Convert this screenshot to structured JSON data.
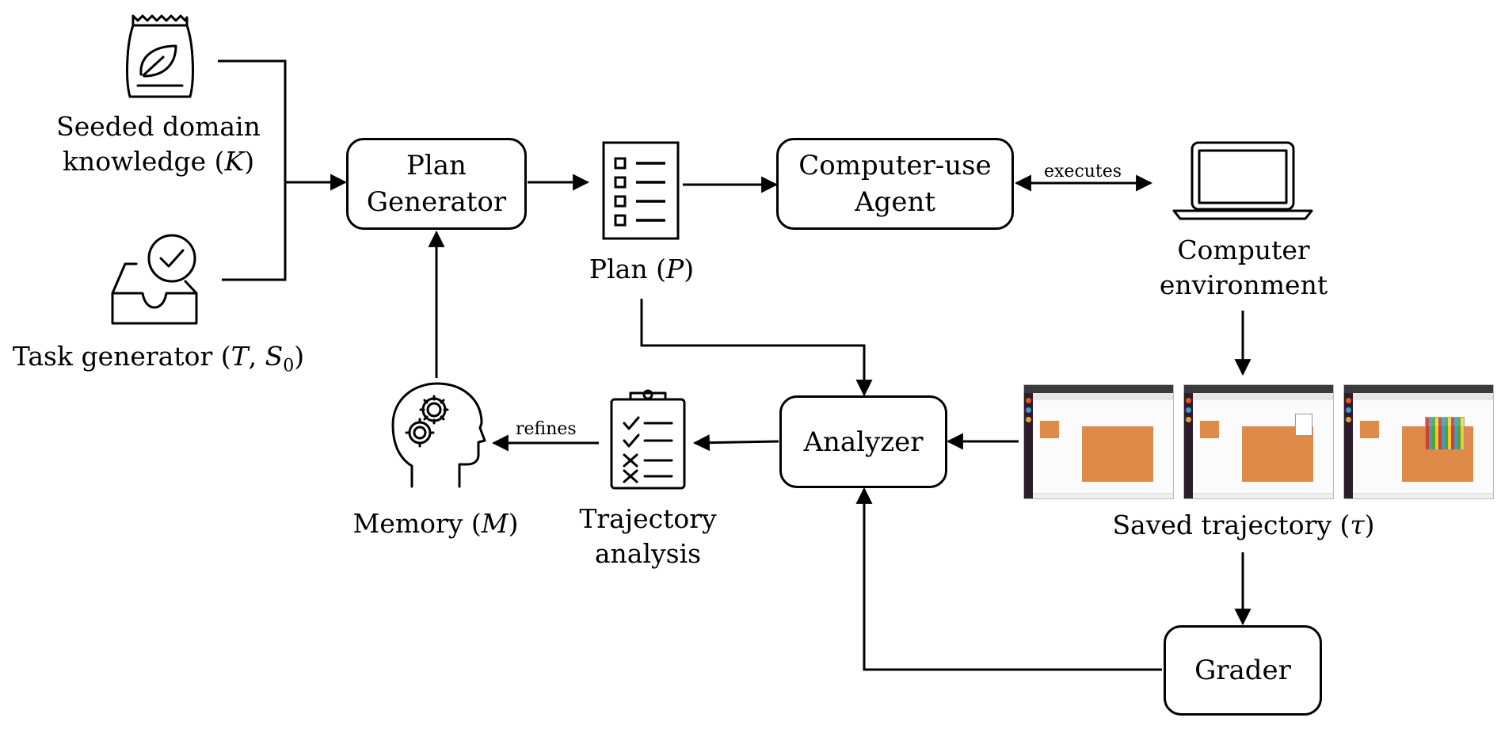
{
  "nodes": {
    "seeded_knowledge": {
      "line1": "Seeded domain",
      "line2": "knowledge (",
      "sym": "K",
      "close": ")"
    },
    "task_generator": {
      "text": "Task generator (",
      "sym1": "T",
      "sep": ", ",
      "sym2": "S",
      "sub": "0",
      "close": ")"
    },
    "plan_generator": {
      "line1": "Plan",
      "line2": "Generator"
    },
    "plan": {
      "text": "Plan (",
      "sym": "P",
      "close": ")"
    },
    "agent": {
      "line1": "Computer-use",
      "line2": "Agent"
    },
    "environment": {
      "line1": "Computer",
      "line2": "environment"
    },
    "analyzer": {
      "label": "Analyzer"
    },
    "trajectory_analysis": {
      "line1": "Trajectory",
      "line2": "analysis"
    },
    "memory": {
      "text": "Memory (",
      "sym": "M",
      "close": ")"
    },
    "saved_trajectory": {
      "text": "Saved trajectory (",
      "sym": "τ",
      "close": ")"
    },
    "grader": {
      "label": "Grader"
    }
  },
  "edges": {
    "executes": "executes",
    "refines": "refines"
  },
  "colors": {
    "stroke": "#000000",
    "screenshot_accent": "#e08a4a"
  },
  "icons": [
    "seed-bag-icon",
    "inbox-check-icon",
    "checklist-document-icon",
    "laptop-icon",
    "clipboard-checklist-icon",
    "head-gears-icon"
  ]
}
